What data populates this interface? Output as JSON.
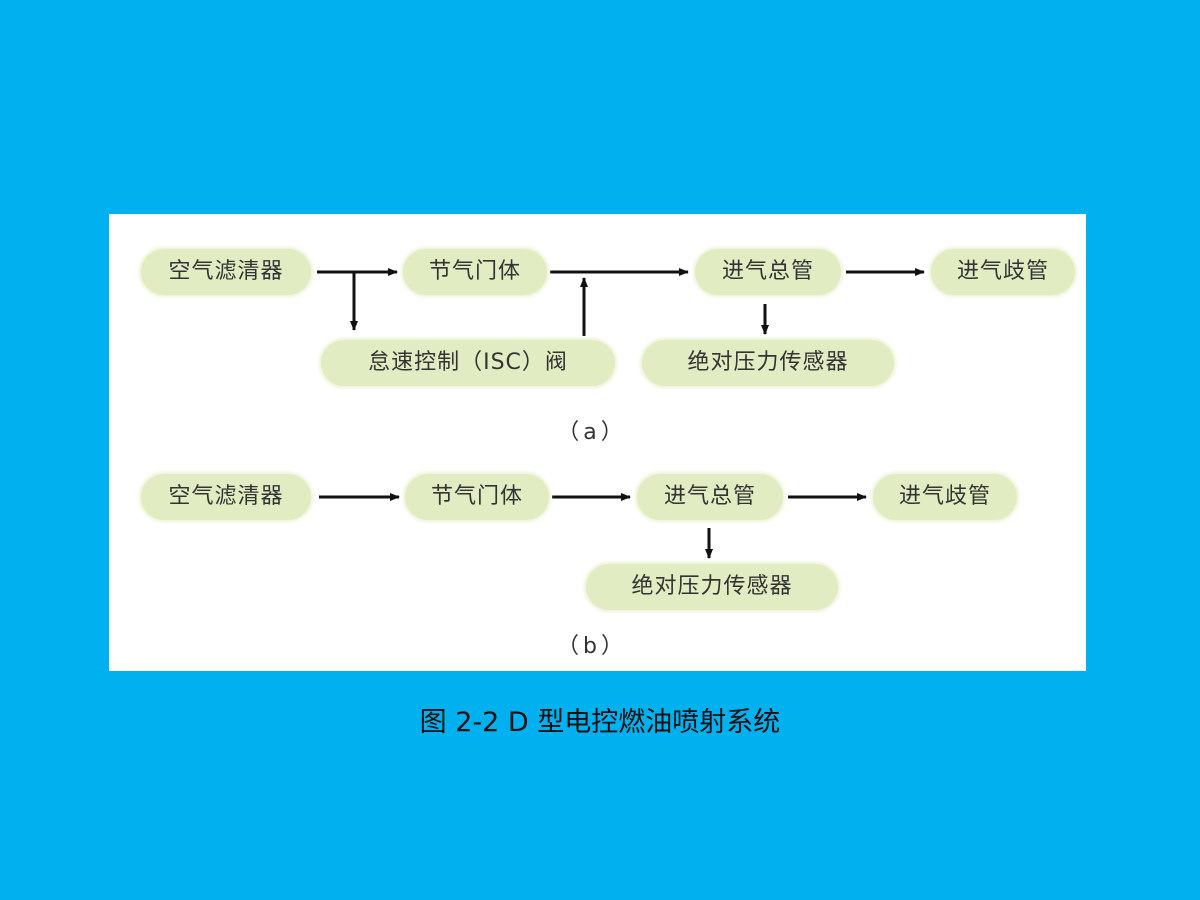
{
  "diagram_a": {
    "air_filter": "空气滤清器",
    "throttle_body": "节气门体",
    "intake_plenum": "进气总管",
    "intake_manifold": "进气歧管",
    "isc_valve": "怠速控制（ISC）阀",
    "map_sensor": "绝对压力传感器",
    "label": "（a）"
  },
  "diagram_b": {
    "air_filter": "空气滤清器",
    "throttle_body": "节气门体",
    "intake_plenum": "进气总管",
    "intake_manifold": "进气歧管",
    "map_sensor": "绝对压力传感器",
    "label": "（b）"
  },
  "caption": "图 2-2  D 型电控燃油喷射系统",
  "colors": {
    "background": "#00b0ef",
    "panel": "#ffffff",
    "node_fill": "#e2ecc2",
    "arrow": "#111111"
  }
}
